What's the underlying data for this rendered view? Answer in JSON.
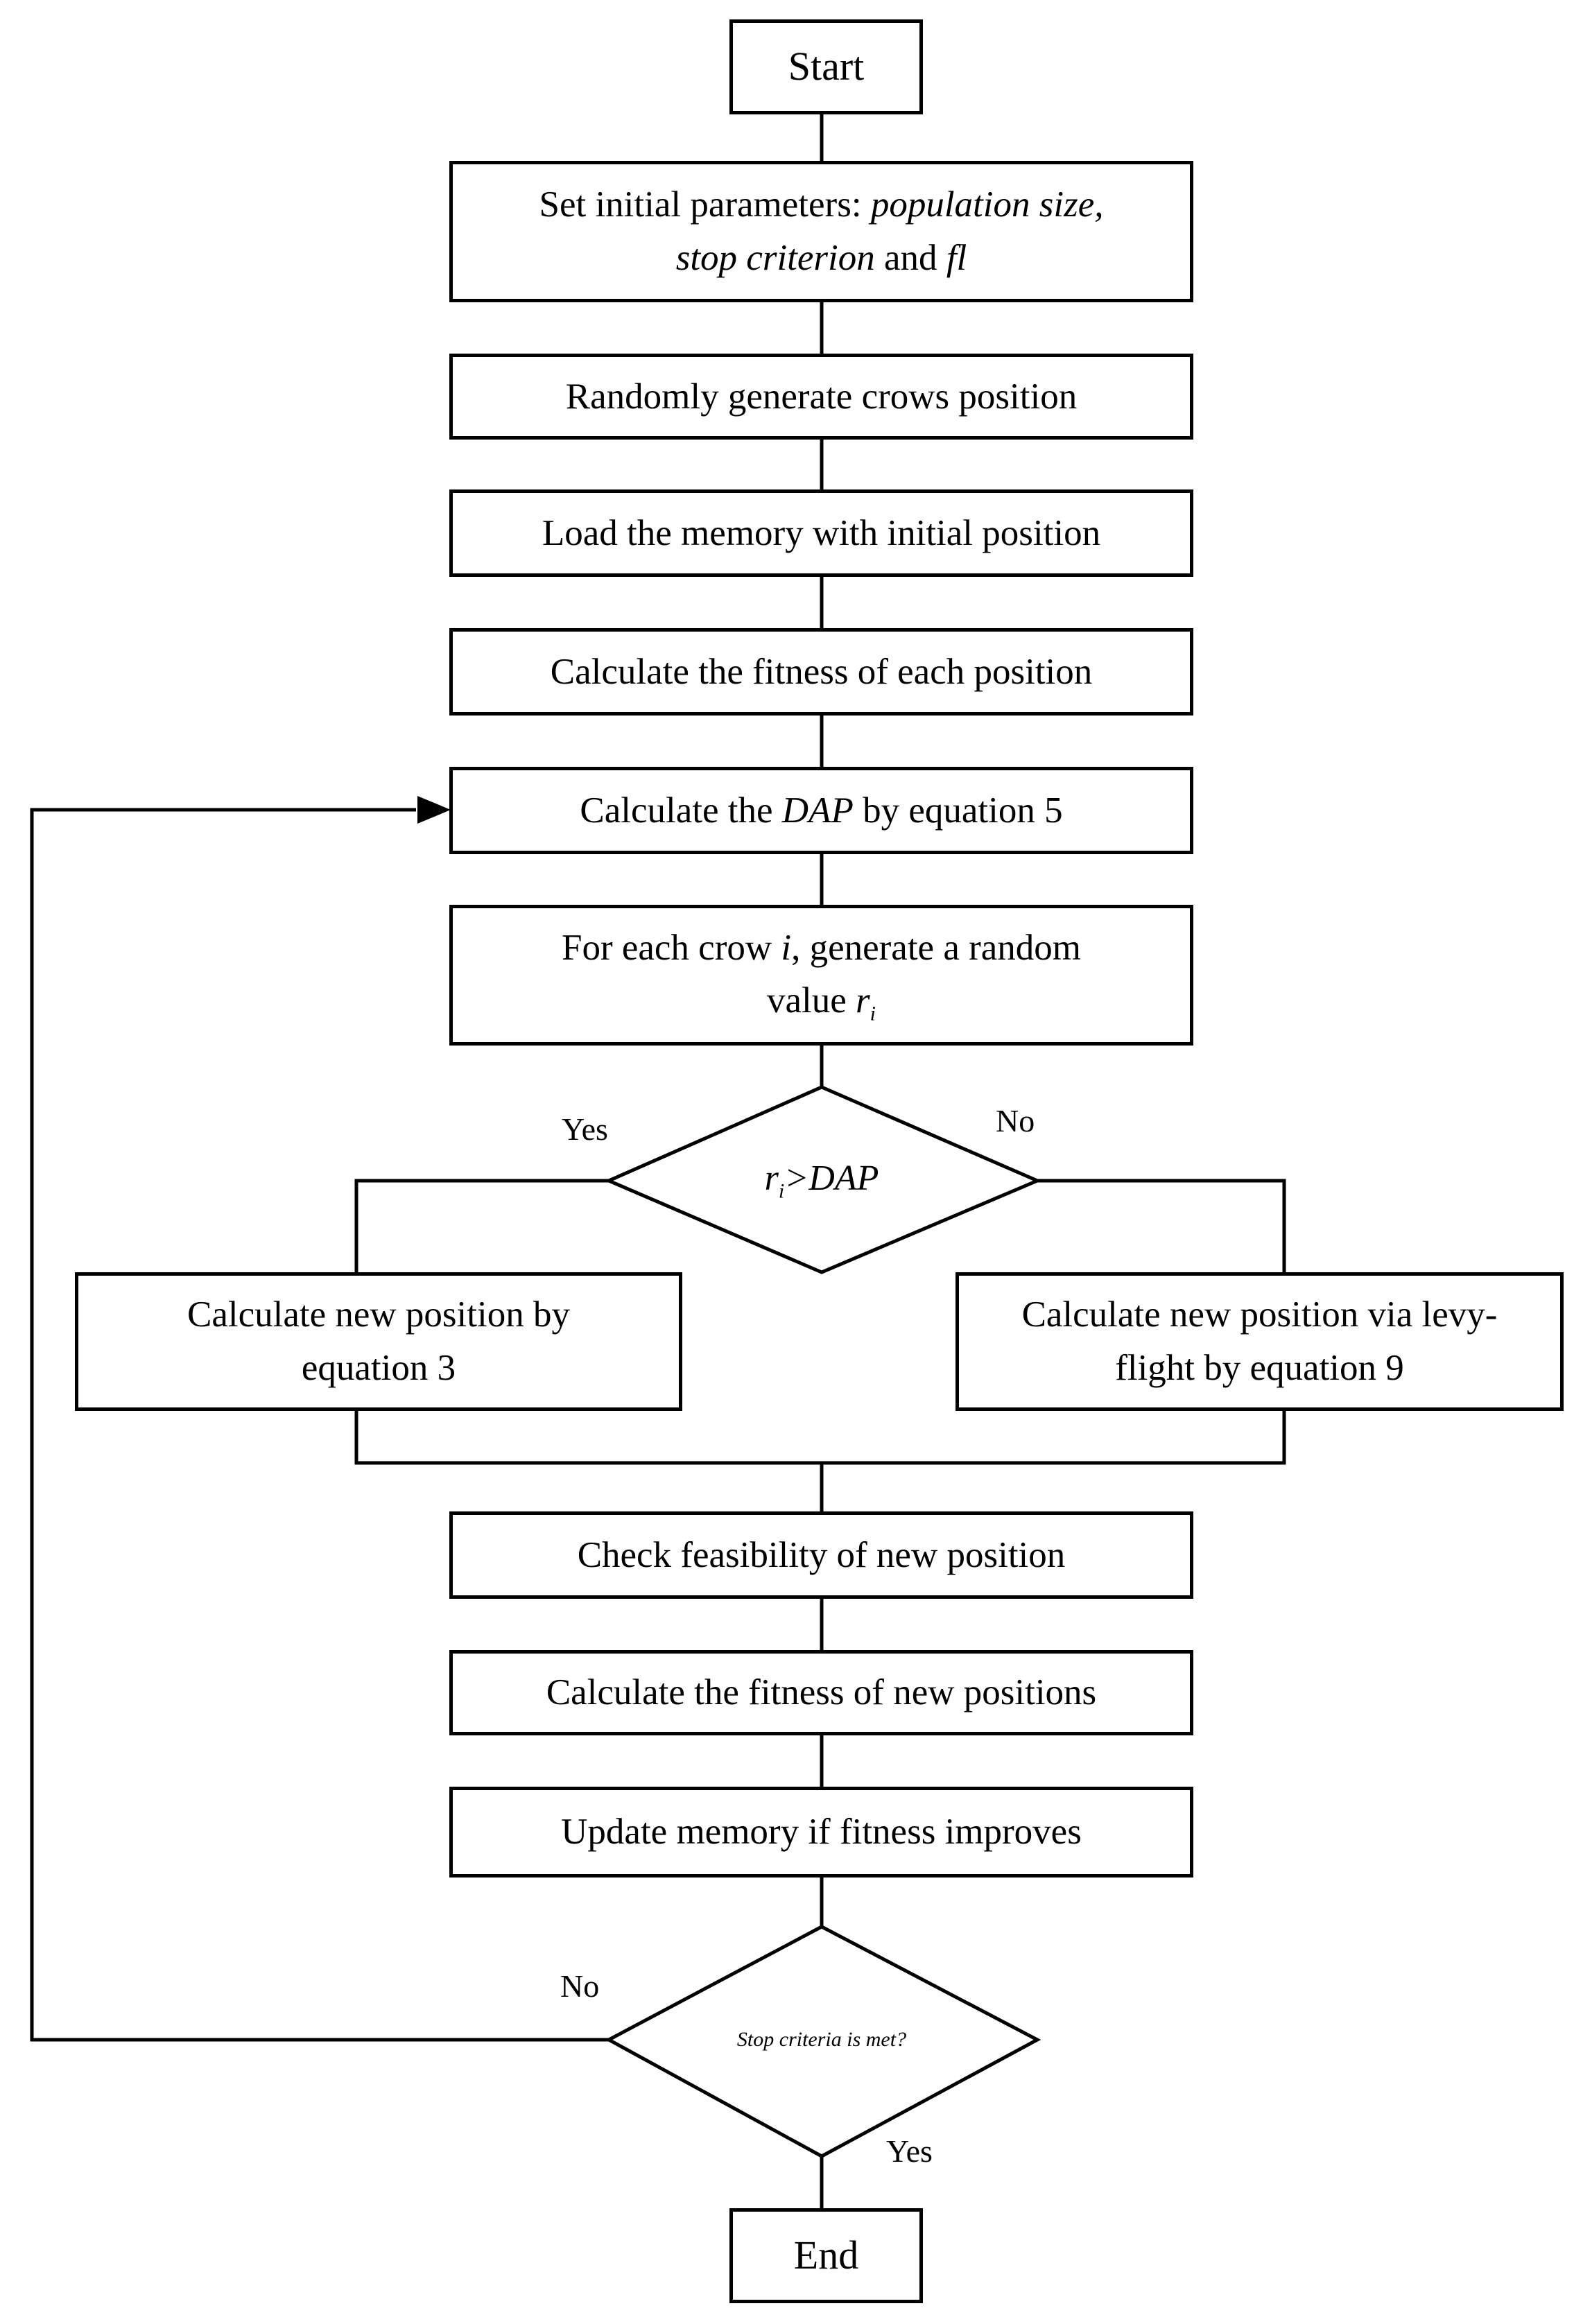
{
  "nodes": {
    "start": "Start",
    "init_prefix": "Set initial parameters: ",
    "init_pop": "population size,",
    "init_stop": "stop criterion",
    "init_and": " and ",
    "init_fl": "fl",
    "random_gen": "Randomly generate crows position",
    "load_memory": "Load the memory with initial position",
    "calc_fitness": "Calculate the fitness of each position",
    "dap_prefix": "Calculate the ",
    "dap_var": "DAP",
    "dap_suffix": " by equation 5",
    "foreach_prefix": "For each crow ",
    "foreach_i": "i",
    "foreach_mid": ", generate a random",
    "foreach_value": "value ",
    "foreach_r": "r",
    "foreach_sub": "i",
    "decision1_r": "r",
    "decision1_sub": "i",
    "decision1_rest": ">DAP",
    "calc_new_eq3": "Calculate new position by equation 3",
    "calc_new_levy": "Calculate new position via levy-flight by equation 9",
    "check_feasibility": "Check feasibility of new position",
    "calc_fitness_new": "Calculate the fitness of new positions",
    "update_memory": "Update memory if fitness improves",
    "decision2": "Stop criteria is met?",
    "end": "End"
  },
  "edge_labels": {
    "d1_yes": "Yes",
    "d1_no": "No",
    "d2_no": "No",
    "d2_yes": "Yes"
  }
}
